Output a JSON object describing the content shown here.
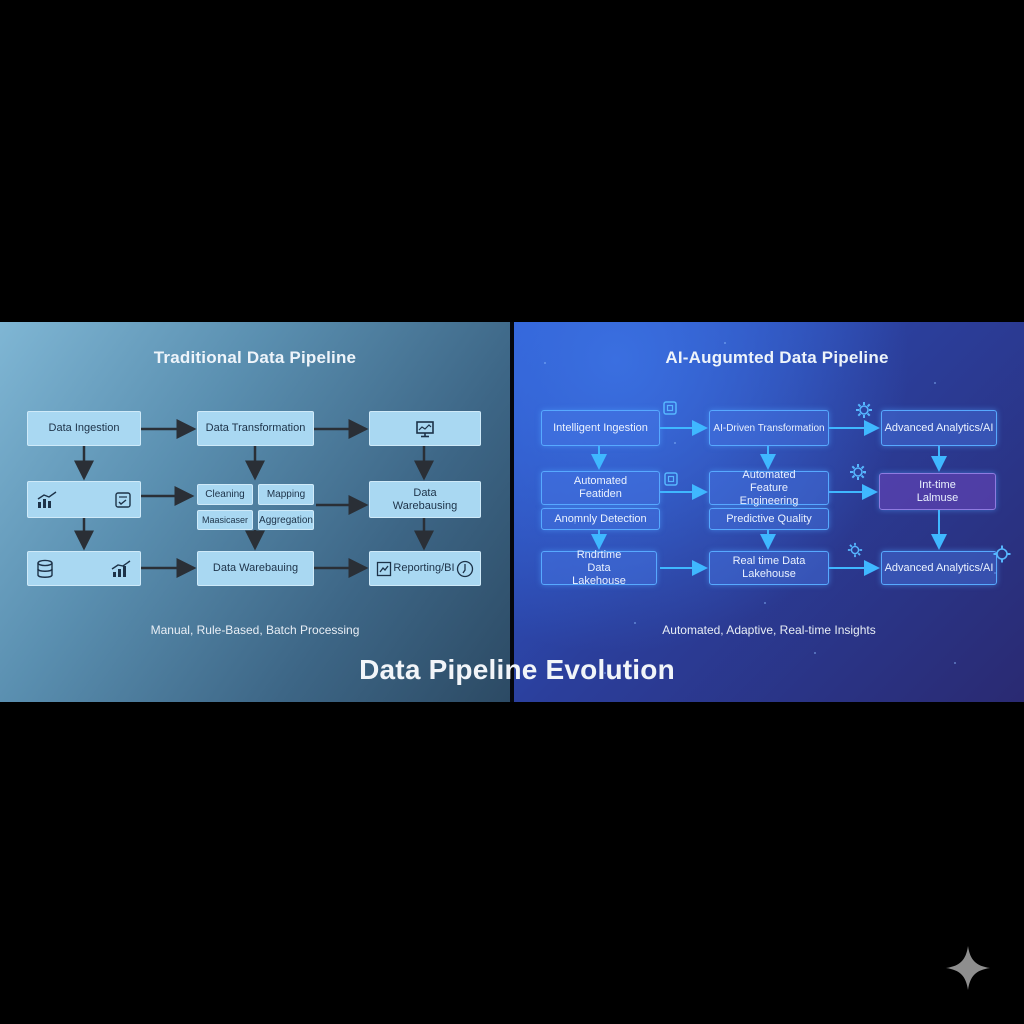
{
  "title": "Data Pipeline Evolution",
  "traditional": {
    "title": "Traditional Data Pipeline",
    "subtitle": "Manual, Rule-Based, Batch Processing",
    "nodes": {
      "ingestion": "Data Ingestion",
      "transformation": "Data Transformation",
      "cleaning": "Cleaning",
      "mapping": "Mapping",
      "masking": "Maasicaser",
      "aggregation": "Aggregation",
      "warehousing_top": "Data Warebausing",
      "warehousing": "Data Warebauing",
      "reporting": "Reporting/BI"
    }
  },
  "ai": {
    "title": "AI-Augumted Data Pipeline",
    "subtitle": "Automated, Adaptive, Real-time Insights",
    "nodes": {
      "ingestion": "Intelligent Ingestion",
      "transformation": "AI-Driven Transformation",
      "analytics_top": "Advanced Analytics/AI",
      "validation": "Automated Featiden",
      "feature": "Automated Feature Engineering",
      "realtime_right": "Int-time Lalmuse",
      "anomaly": "Anomnly Detection",
      "quality": "Predictive Quality",
      "lakehouse_left": "Rndrtime Data Lakehouse",
      "lakehouse_mid": "Real time Data Lakehouse",
      "analytics_bottom": "Advanced Analytics/AI"
    }
  },
  "colors": {
    "traditional_box": "#a9d8f2",
    "ai_box_border": "#57a9ff",
    "ai_arrow": "#3fb8ff",
    "trad_arrow": "#2a2f36"
  },
  "icons": [
    "monitor-icon",
    "bar-chart-icon",
    "checklist-icon",
    "database-icon",
    "line-chart-icon",
    "report-icon",
    "analytics-icon",
    "chip-icon",
    "gear-icon",
    "sparkle-icon"
  ]
}
